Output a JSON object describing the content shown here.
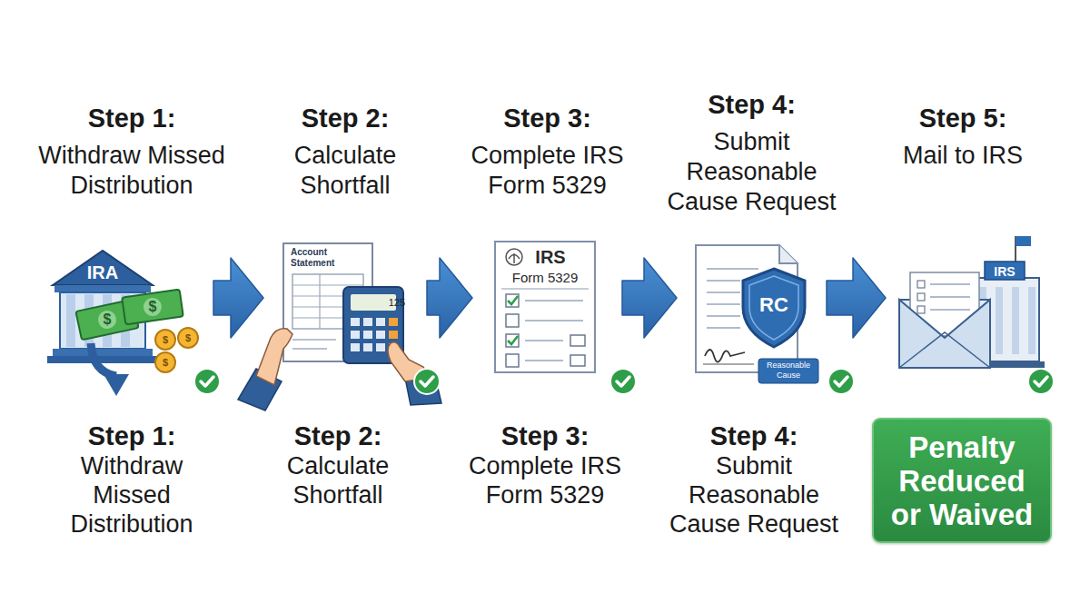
{
  "diagram": {
    "nodes": [
      {
        "text": [
          "Step 1:",
          "Withdraw Missed Distribution"
        ]
      },
      {
        "text": [
          "Step 2:",
          "Calculate Shortfall"
        ]
      },
      {
        "text": [
          "Step 3:",
          "Complete IRS Form 5329"
        ]
      },
      {
        "text": [
          "Step 4:",
          "Submit Reasonable Cause Request"
        ]
      },
      {
        "text": [
          "Step 5:",
          "Mail to IRS"
        ]
      },
      {
        "text": [
          "Penalty Reduced or Waived"
        ]
      }
    ],
    "edges": [
      {
        "from": 0,
        "to": 1,
        "arrow": "to"
      },
      {
        "from": 1,
        "to": 2,
        "arrow": "to"
      },
      {
        "from": 2,
        "to": 3,
        "arrow": "to"
      },
      {
        "from": 3,
        "to": 4,
        "arrow": "to"
      }
    ],
    "labels": [
      "IRA",
      "$",
      "$",
      "$",
      "$",
      "$",
      "Account Statement",
      "125",
      "IRS",
      "Form 5329",
      "RC",
      "Reasonable Cause",
      "IRS",
      "Step 1:",
      "Withdraw Missed Distribution",
      "Step 2:",
      "Calculate Shortfall",
      "Step 3:",
      "Complete IRS Form 5329",
      "Step 4:",
      "Submit Reasonable Cause Request"
    ]
  }
}
